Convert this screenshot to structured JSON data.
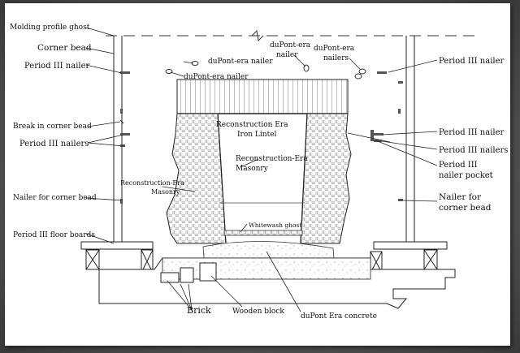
{
  "labels": {
    "molding_profile_ghost": "Molding profile ghost",
    "corner_bead": "Corner bead",
    "period3_nailer_left": "Period III nailer",
    "dupont_nailer_1": "duPont-era nailer",
    "dupont_nailer_2": "duPont-era nailer",
    "dupont_nailer_top_line1": "duPont-era",
    "dupont_nailer_top_line2": "nailer",
    "dupont_nailers_top_line1": "duPont-era",
    "dupont_nailers_top_line2": "nailers",
    "period3_nailer_right": "Period III nailer",
    "break_in_corner_bead": "Break in corner bead",
    "period3_nailers_left": "Period III nailers",
    "reconstruction_lintel_line1": "Reconstruction Era",
    "reconstruction_lintel_line2": "Iron Lintel",
    "period3_nailer_right2": "Period III nailer",
    "period3_nailers_right": "Period III nailers",
    "period3_pocket_line1": "Period III",
    "period3_pocket_line2": "nailer pocket",
    "recon_masonry_right_line1": "Reconstruction-Era",
    "recon_masonry_right_line2": "Masonry",
    "recon_masonry_left_line1": "Reconstruction-Era",
    "recon_masonry_left_line2": "Masonry",
    "nailer_for_corner_bead_left": "Nailer for corner bead",
    "nailer_for_corner_bead_right_line1": "Nailer for",
    "nailer_for_corner_bead_right_line2": "corner bead",
    "whitewash_ghost": "Whitewash ghost",
    "period3_floor_boards": "Period III floor boards",
    "brick": "Brick",
    "wooden_block": "Wooden block",
    "dupont_concrete": "duPont Era concrete"
  }
}
